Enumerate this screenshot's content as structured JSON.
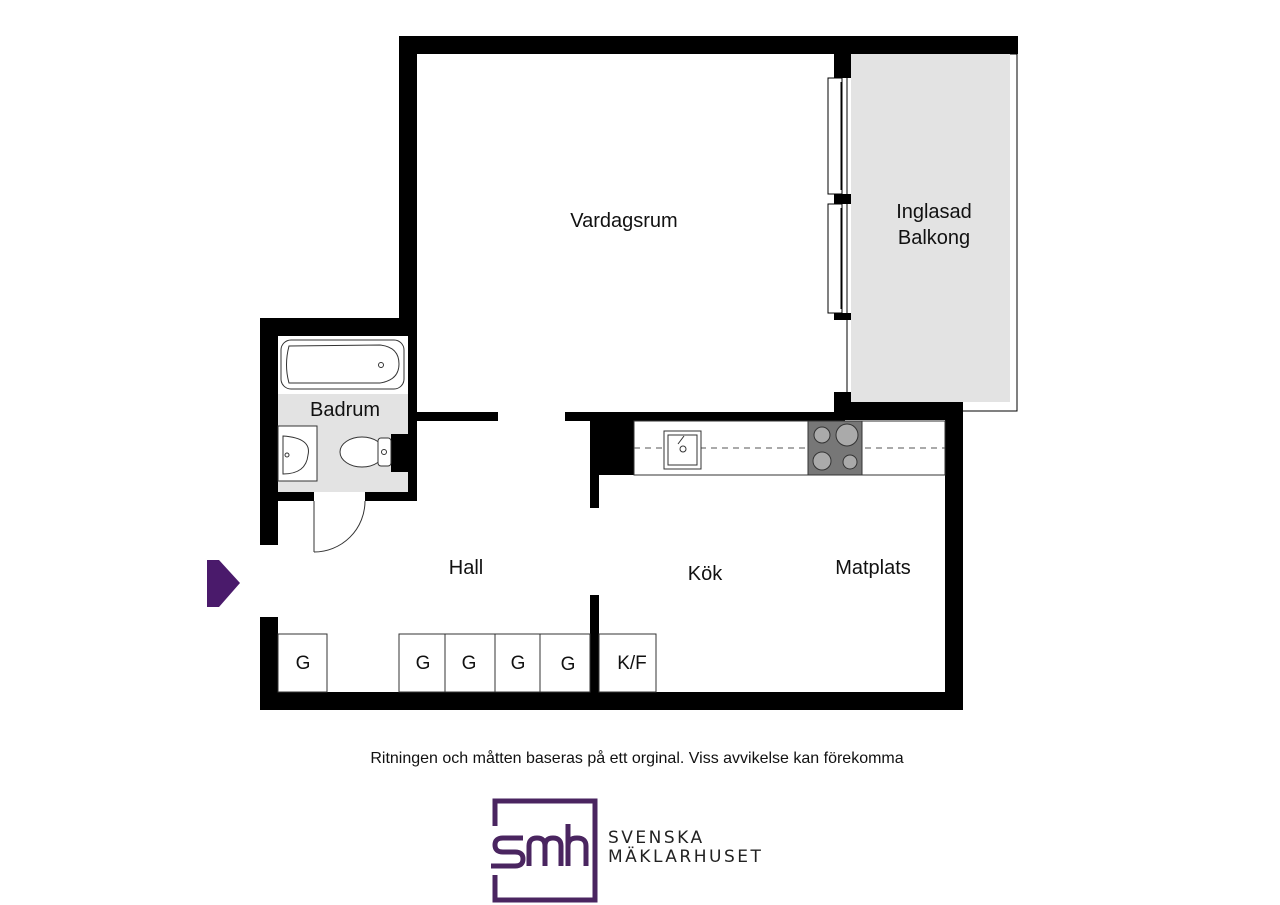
{
  "rooms": {
    "vardagsrum": "Vardagsrum",
    "balkong_line1": "Inglasad",
    "balkong_line2": "Balkong",
    "badrum": "Badrum",
    "hall": "Hall",
    "kok": "Kök",
    "matplats": "Matplats"
  },
  "units": {
    "wardrobes": [
      "G",
      "G",
      "G",
      "G",
      "G"
    ],
    "fridge_freezer": "K/F"
  },
  "disclaimer": "Ritningen och måtten baseras på ett orginal. Viss avvikelse kan förekomma",
  "brand": {
    "logo_letters": "smh",
    "name_line1": "SVENSKA",
    "name_line2": "MÄKLARHUSET",
    "color": "#4a2560"
  },
  "colors": {
    "wall": "#000000",
    "balcony_fill": "#e3e3e3",
    "wet_room_fill": "#e3e3e3",
    "entrance_arrow": "#4a1a6b",
    "stove": "#777777"
  },
  "icons": [
    "entrance-arrow-icon",
    "bathtub-icon",
    "sink-icon",
    "toilet-icon",
    "kitchen-sink-icon",
    "stove-icon",
    "door-swing-icon"
  ]
}
